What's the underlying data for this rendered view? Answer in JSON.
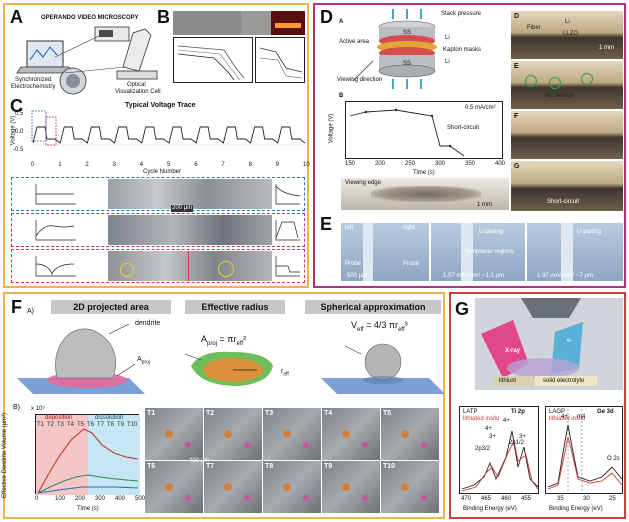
{
  "panels": {
    "A": {
      "label": "A",
      "title": "OPERANDO VIDEO MICROSCOPY",
      "left_caption_1": "Synchronized",
      "left_caption_2": "Electrochemistry",
      "right_caption_1": "Optical",
      "right_caption_2": "Visualization Cell"
    },
    "B": {
      "label": "B"
    },
    "C": {
      "label": "C",
      "trace_title": "Typical Voltage Trace",
      "ylabel": "Voltage (V)",
      "xlabel": "Cycle Number",
      "xticks": [
        "0",
        "1",
        "2",
        "3",
        "4",
        "5",
        "6",
        "7",
        "8",
        "9",
        "10"
      ],
      "yticks": [
        "0.5",
        "0.0",
        "-0.5"
      ],
      "scale_bar": "200 µm"
    },
    "D": {
      "label": "D",
      "sub_A": "A",
      "sub_B": "B",
      "stack_pressure": "Stack pressure",
      "li_top": "Li",
      "li_bottom": "Li",
      "ss_top": "SS",
      "ss_bottom": "SS",
      "active_area": "Active area",
      "kapton": "Kapton masks",
      "viewing": "Viewing direction",
      "current": "0.5 mA/cm²",
      "short_circuit": "Short-circuit",
      "ylabel": "Voltage (V)",
      "xlabel": "Time (s)",
      "xticks": [
        "150",
        "200",
        "250",
        "300",
        "350",
        "400"
      ],
      "viewing_edge": "Viewing edge",
      "scale": "1 mm",
      "img_D": "D",
      "img_E": "E",
      "img_F": "F",
      "img_G": "G",
      "fiber": "Fiber",
      "li": "Li",
      "llzo": "LLZO",
      "nucleation": "Nucleation",
      "short_circuit_2": "Short-circuit",
      "scale_D": "1 mm"
    },
    "E": {
      "label": "E",
      "left": "left",
      "right": "right",
      "probe_1": "Probe",
      "probe_2": "Probe",
      "plating_1": "Li plating",
      "plating_2": "Li plating",
      "regions": "Nonplanar regions",
      "scale": "500 µm",
      "cap_1": "1.57 mAh/cm² ~1.1 µm",
      "cap_2": "1.97 mAh/cm² ~7 µm"
    },
    "F": {
      "label": "F",
      "sub": "A)",
      "sub_b": "B)",
      "head_1": "2D projected area",
      "head_2": "Effective radius",
      "head_3": "Spherical approximation",
      "dendrite": "dendrite",
      "a_proj": "A",
      "a_proj_sub": "proj",
      "formula_2": "A",
      "formula_2b": "proj",
      "formula_2c": " = πr",
      "formula_2d": "eff",
      "formula_2e": "²",
      "r_eff": "r",
      "r_eff_sub": "eff",
      "formula_3": "V",
      "formula_3b": "eff",
      "formula_3c": " = 4/3 πr",
      "formula_3d": "eff",
      "formula_3e": "³",
      "deposition": "deposition",
      "dissolution": "dissolution",
      "ylabel": "Effective Dendrite Volume (µm³)",
      "xlabel": "Time (s)",
      "exponent": "x 10⁵",
      "t_marks": [
        "T1",
        "T2",
        "T3",
        "T4",
        "T5",
        "T6",
        "T7",
        "T8",
        "T9",
        "T10"
      ],
      "xticks": [
        "0",
        "100",
        "200",
        "300",
        "400",
        "500"
      ],
      "frames": [
        "T1",
        "T2",
        "T3",
        "T4",
        "T5",
        "T6",
        "T7",
        "T8",
        "T9",
        "T10"
      ],
      "scale": "400 µm"
    },
    "G": {
      "label": "G",
      "lithium": "lithium",
      "electrolyte": "solid electrolyte",
      "xray_1": "X-ray",
      "xray_2": "e-",
      "plot1_title": "Ti 2p",
      "plot1_leg1": "LATP",
      "plot1_leg2": "lithiated insitu",
      "plot1_peaks": [
        "4+",
        "3+",
        "2p3/2",
        "4+",
        "2p1/2",
        "3+"
      ],
      "plot1_xticks": [
        "470",
        "465",
        "460",
        "455"
      ],
      "plot2_title": "Ge 3d",
      "plot2_leg1": "LAGP",
      "plot2_leg2": "lithiated insitu",
      "plot2_peaks": [
        "4+",
        "m4",
        "O 2s"
      ],
      "plot2_xticks": [
        "35",
        "30",
        "25"
      ],
      "xlabel_1": "Binding Energy (eV)",
      "xlabel_2": "Binding Energy (eV)"
    }
  },
  "colors": {
    "frame_orange": "#e8b64a",
    "frame_magenta": "#b5307c",
    "frame_red": "#d33b3b",
    "frame_blue": "#3a6fbf",
    "deposition_fill": "#f4c6c6",
    "dissolution_fill": "#c6e6f4"
  }
}
